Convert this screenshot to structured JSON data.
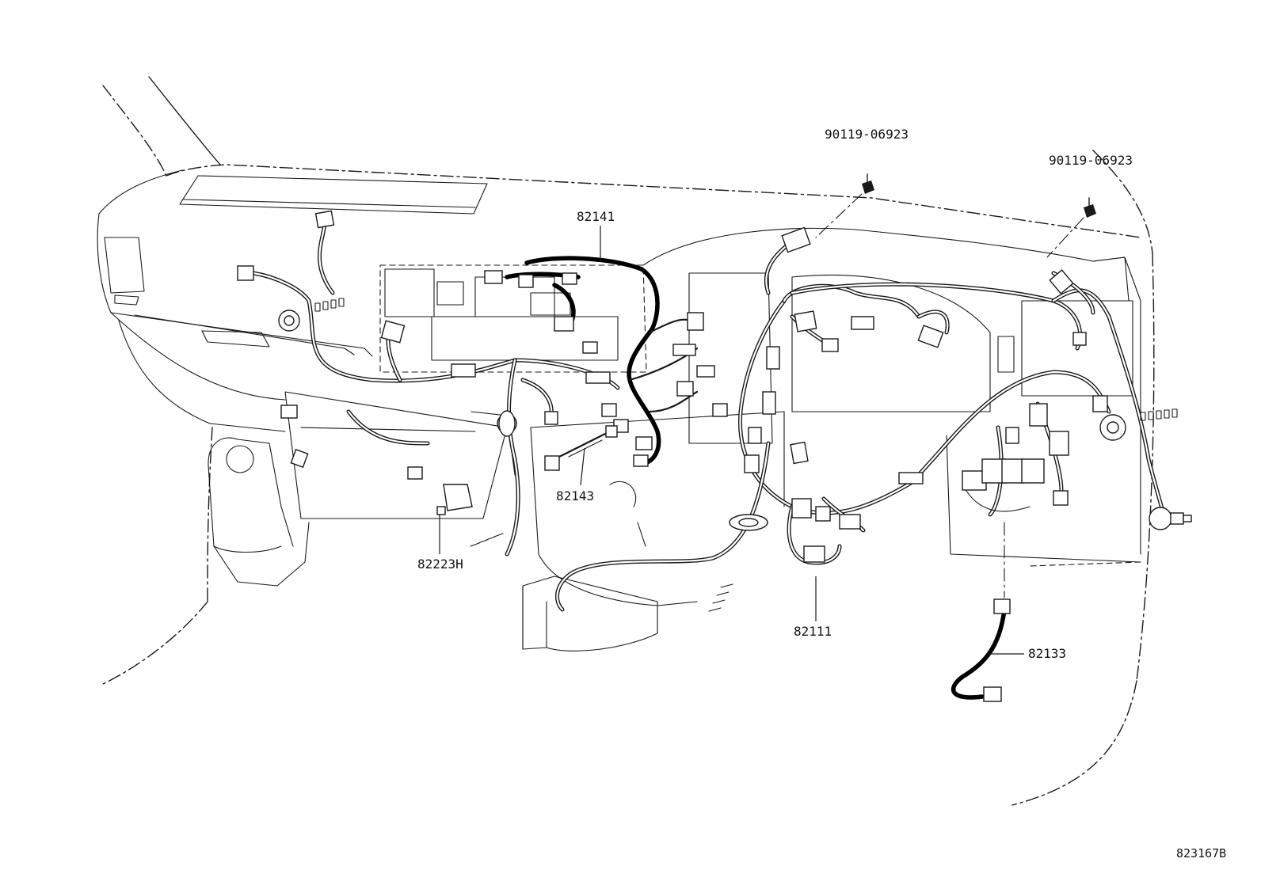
{
  "labels": {
    "bolt_left": "90119-06923",
    "bolt_right": "90119-06923",
    "part_82141": "82141",
    "part_82143": "82143",
    "part_82223h": "82223H",
    "part_82111": "82111",
    "part_82133": "82133"
  },
  "figure_ref": "823167B",
  "colors": {
    "ink": "#1a1a1a",
    "background": "#ffffff"
  }
}
